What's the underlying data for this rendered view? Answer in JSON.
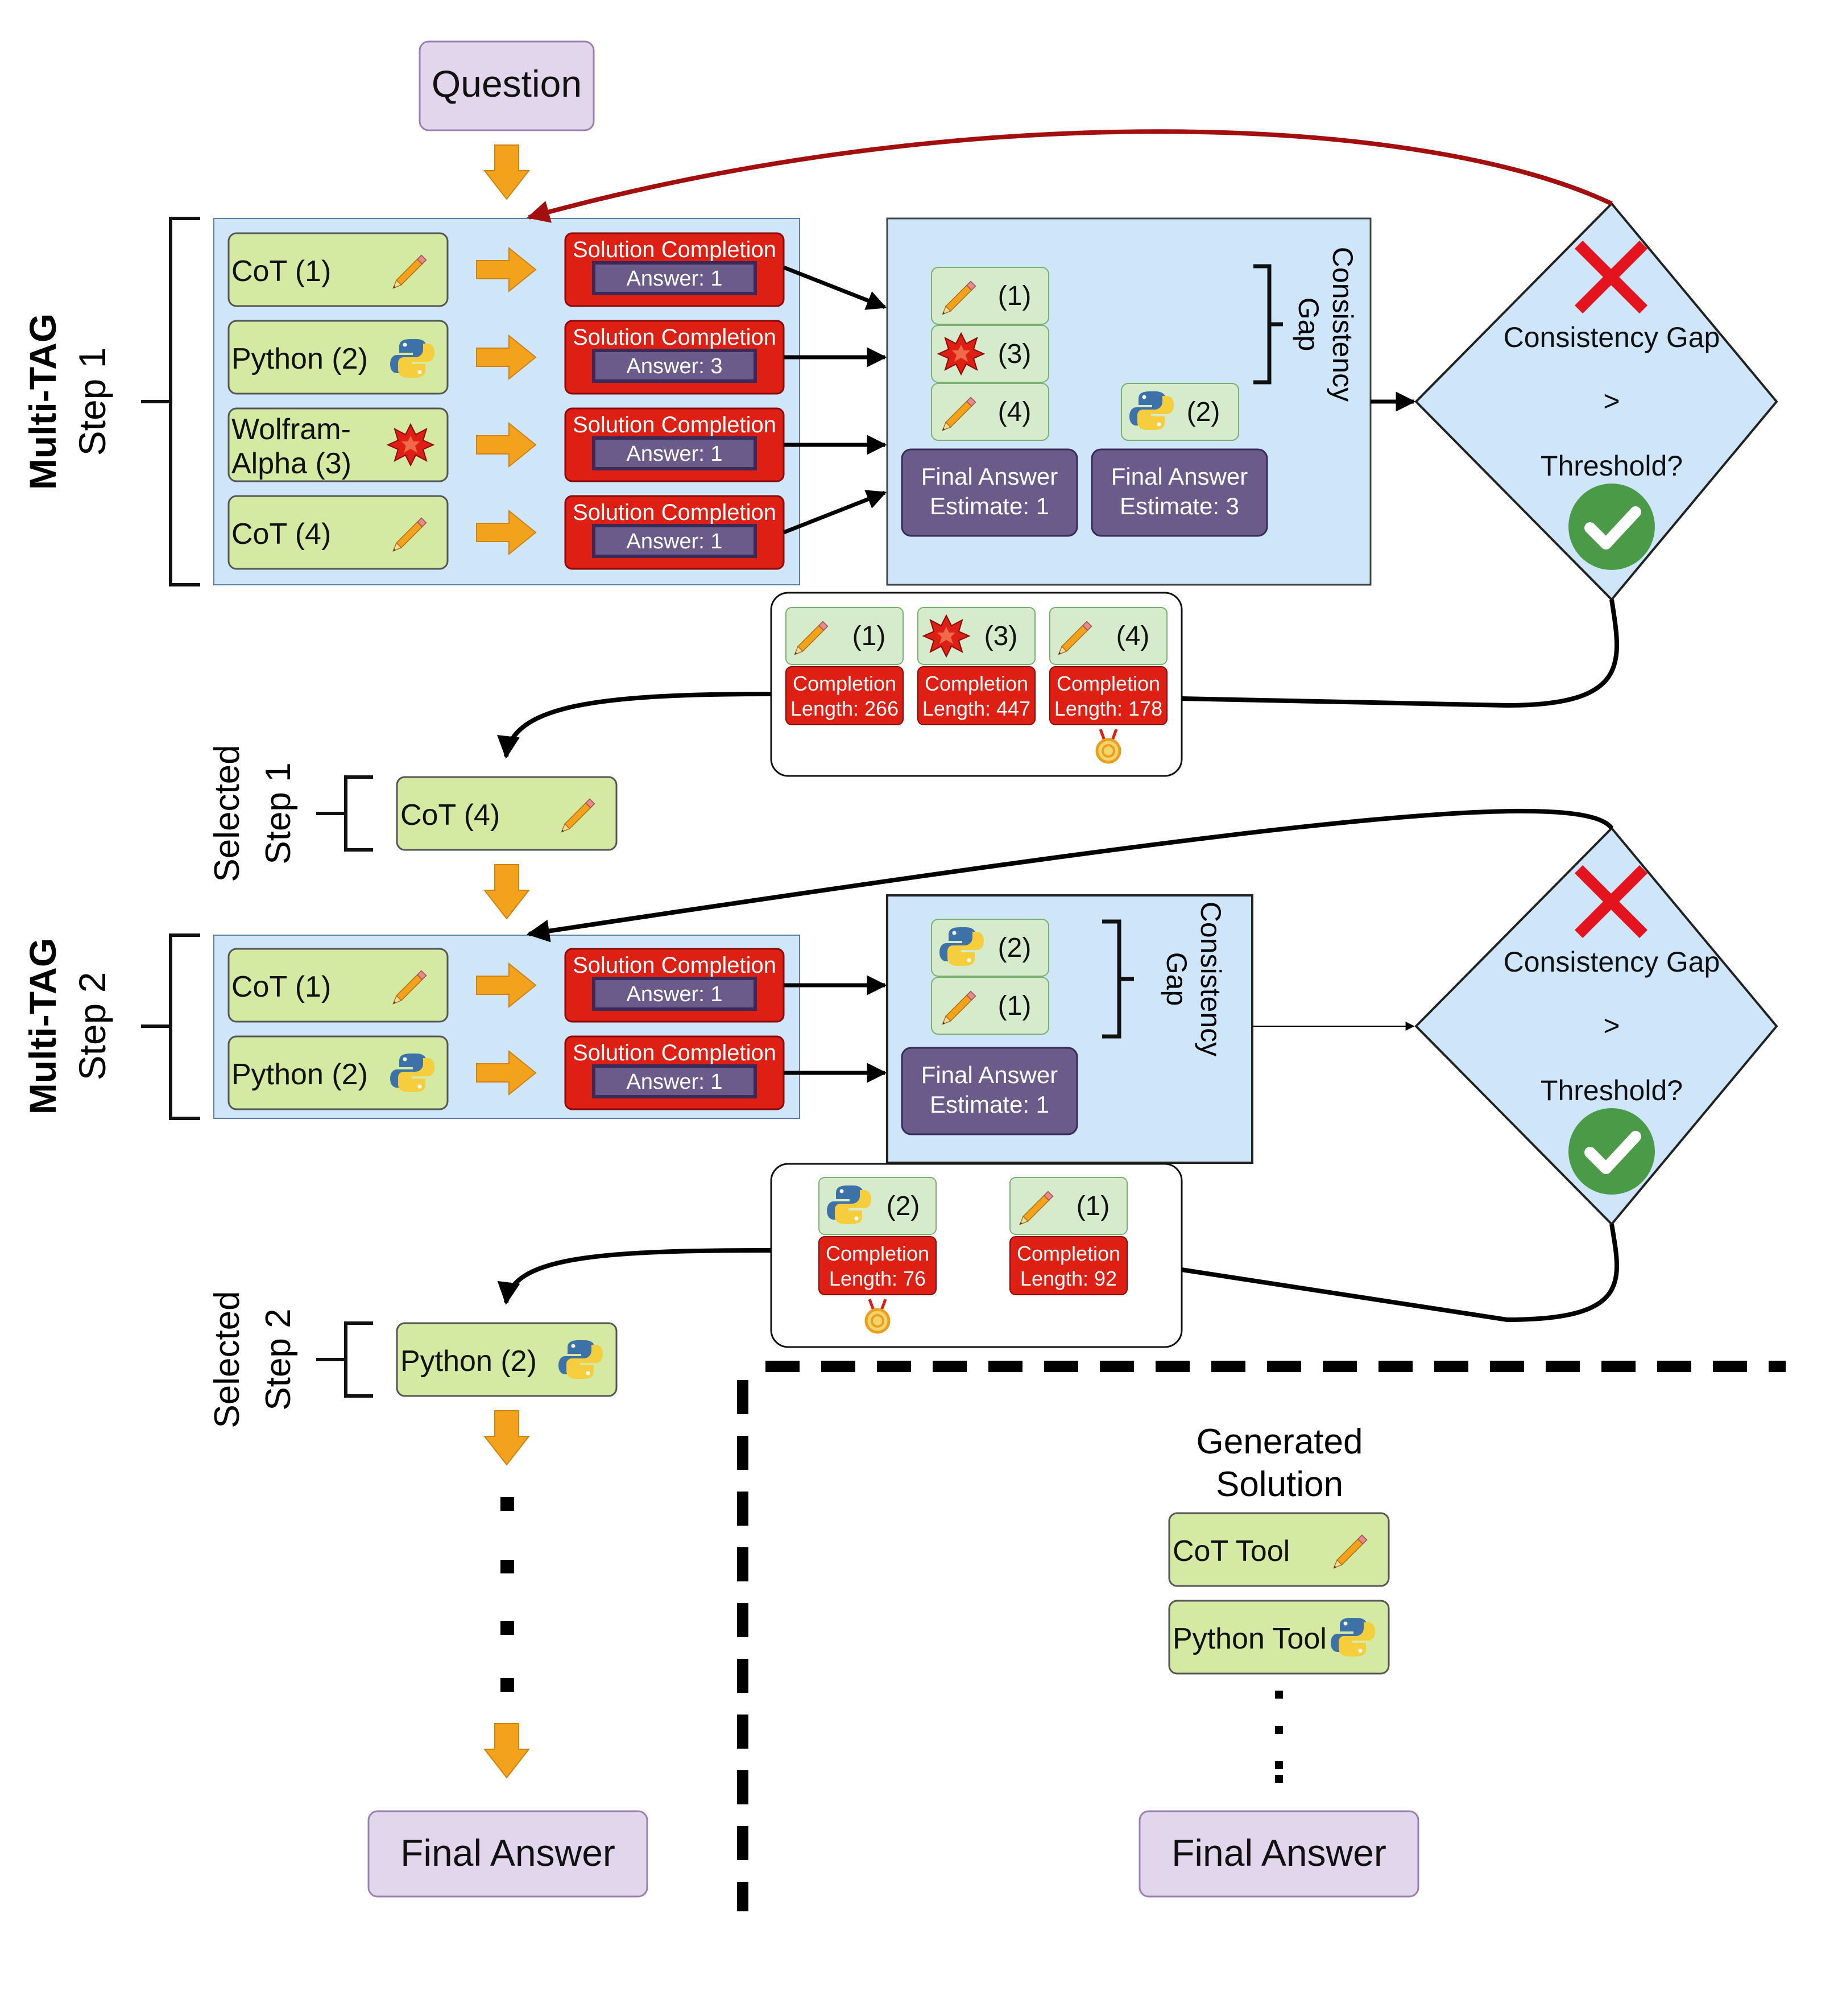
{
  "question": "Question",
  "step1": {
    "label_bold": "Multi-TAG",
    "label_sub": "Step 1",
    "tools": [
      {
        "label": "CoT (1)",
        "icon": "pencil-icon",
        "completion": "Solution Completion",
        "answer": "Answer: 1"
      },
      {
        "label": "Python (2)",
        "icon": "python-icon",
        "completion": "Solution Completion",
        "answer": "Answer: 3"
      },
      {
        "label_line1": "Wolfram-",
        "label_line2": "Alpha (3)",
        "icon": "wolfram-icon",
        "completion": "Solution Completion",
        "answer": "Answer: 1"
      },
      {
        "label": "CoT (4)",
        "icon": "pencil-icon",
        "completion": "Solution Completion",
        "answer": "Answer: 1"
      }
    ],
    "groups": {
      "answer1": [
        "(1)",
        "(3)",
        "(4)"
      ],
      "answer3": [
        "(2)"
      ]
    },
    "estimates": [
      {
        "line1": "Final Answer",
        "line2": "Estimate: 1"
      },
      {
        "line1": "Final Answer",
        "line2": "Estimate: 3"
      }
    ],
    "gap_line1": "Consistency",
    "gap_line2": "Gap",
    "ranking": [
      {
        "id": "(1)",
        "line1": "Completion",
        "line2": "Length: 266"
      },
      {
        "id": "(3)",
        "line1": "Completion",
        "line2": "Length: 447"
      },
      {
        "id": "(4)",
        "line1": "Completion",
        "line2": "Length: 178",
        "medal": true
      }
    ]
  },
  "decision": {
    "line1": "Consistency Gap",
    "line2": ">",
    "line3": "Threshold?"
  },
  "selected1": {
    "label_line1": "Selected",
    "label_line2": "Step 1",
    "tool": "CoT (4)"
  },
  "step2": {
    "label_bold": "Multi-TAG",
    "label_sub": "Step 2",
    "tools": [
      {
        "label": "CoT (1)",
        "icon": "pencil-icon",
        "completion": "Solution Completion",
        "answer": "Answer: 1"
      },
      {
        "label": "Python (2)",
        "icon": "python-icon",
        "completion": "Solution Completion",
        "answer": "Answer: 1"
      }
    ],
    "groups": {
      "answer1": [
        "(2)",
        "(1)"
      ]
    },
    "estimate": {
      "line1": "Final Answer",
      "line2": "Estimate: 1"
    },
    "gap_line1": "Consistency",
    "gap_line2": "Gap",
    "ranking": [
      {
        "id": "(2)",
        "line1": "Completion",
        "line2": "Length: 76",
        "medal": true
      },
      {
        "id": "(1)",
        "line1": "Completion",
        "line2": "Length: 92"
      }
    ]
  },
  "selected2": {
    "label_line1": "Selected",
    "label_line2": "Step 2",
    "tool": "Python (2)"
  },
  "final_answer_left": "Final Answer",
  "legend": {
    "title_line1": "Generated",
    "title_line2": "Solution",
    "items": [
      "CoT Tool",
      "Python Tool"
    ],
    "final": "Final Answer"
  },
  "colors": {
    "green_box": "#d4e9a1",
    "blue_panel": "#cfe6fa",
    "red_box": "#dd1f14",
    "purple_box": "#6b5b8b",
    "lilac_box": "#e2d6ec",
    "orange_arrow": "#f2a21b",
    "dark_red_arrow": "#a30f0f",
    "diamond_fill": "#cfe6fa",
    "check_green": "#4a9a47",
    "cross_red": "#e3141d"
  }
}
